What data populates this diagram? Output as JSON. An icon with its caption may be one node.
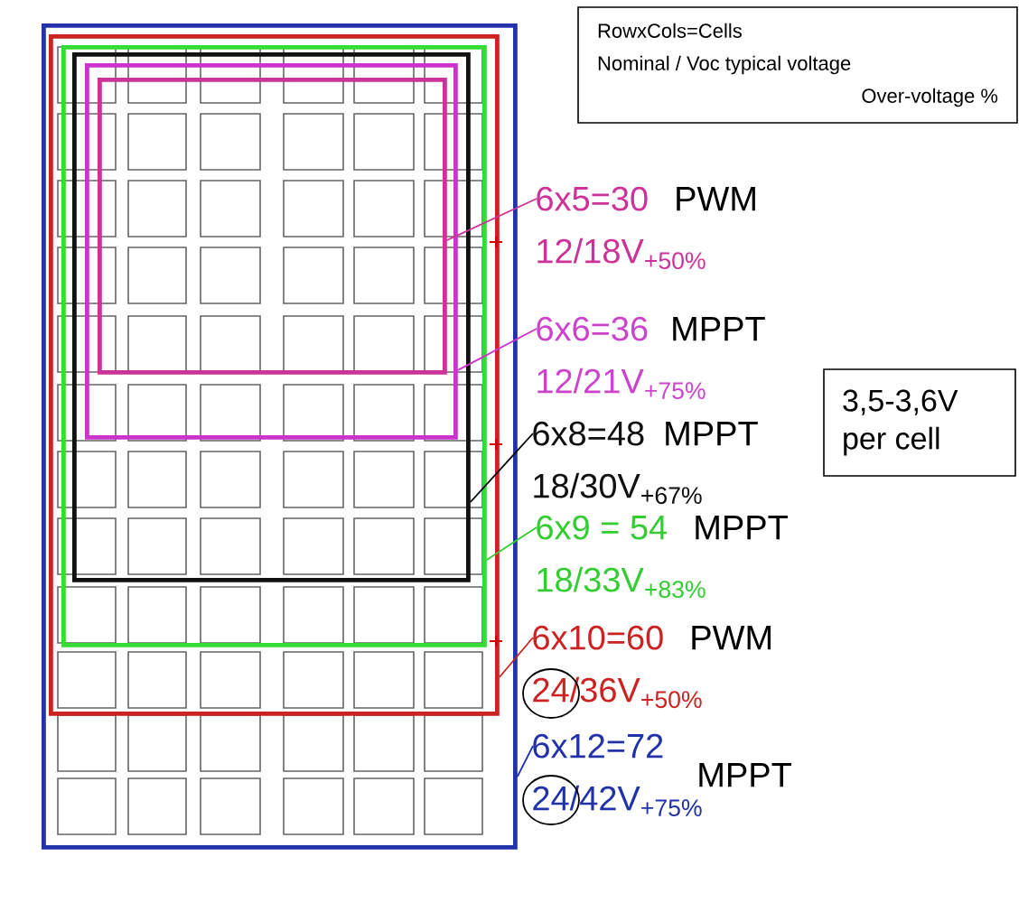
{
  "diagram": {
    "nodes": [
      {
        "text": [],
        "shape": "box"
      },
      {
        "text": [],
        "shape": "box",
        "in": 0
      },
      {
        "text": [],
        "shape": "box",
        "in": 1
      },
      {
        "text": [],
        "shape": "box",
        "in": 2
      },
      {
        "text": [],
        "shape": "box",
        "in": 3
      },
      {
        "text": [],
        "shape": "box",
        "in": 4
      },
      {
        "text": [
          "6x5=30",
          "PWM",
          "12/18V$_{+50%}$"
        ]
      },
      {
        "text": [
          "6x6=36",
          "MPPT",
          "12/21V$_{+75%}$"
        ]
      },
      {
        "text": [
          "6x8=48",
          "MPPT",
          "18/30V$_{+67%}$"
        ]
      },
      {
        "text": [
          "6x9 = 54",
          "MPPT",
          "18/33V$_{+83%}$"
        ]
      },
      {
        "text": [
          "6x10=60",
          "PWM",
          "24/36V$_{+50%}$"
        ]
      },
      {
        "text": [
          "6x12=72",
          "MPPT",
          "24/42V$_{+75%}$"
        ]
      },
      {
        "text": [
          "RowxCols=Cells",
          "Nominal / Voc typical voltage",
          "Over-voltage %"
        ]
      },
      {
        "text": [
          "3,5-3,6V per cell"
        ]
      }
    ],
    "edges": [
      {
        "from": 6,
        "to": 5,
        "arrow": "none",
        "color": "#cc3399"
      },
      {
        "from": 7,
        "to": 4,
        "arrow": "none",
        "color": "#cc33cc"
      },
      {
        "from": 8,
        "to": 3,
        "arrow": "none",
        "color": "#000000"
      },
      {
        "from": 9,
        "to": 2,
        "arrow": "none",
        "color": "#33cc33"
      },
      {
        "from": 10,
        "to": 1,
        "arrow": "none",
        "color": "#cc2222"
      },
      {
        "from": 11,
        "to": 0,
        "arrow": "none",
        "color": "#2233aa"
      }
    ]
  }
}
